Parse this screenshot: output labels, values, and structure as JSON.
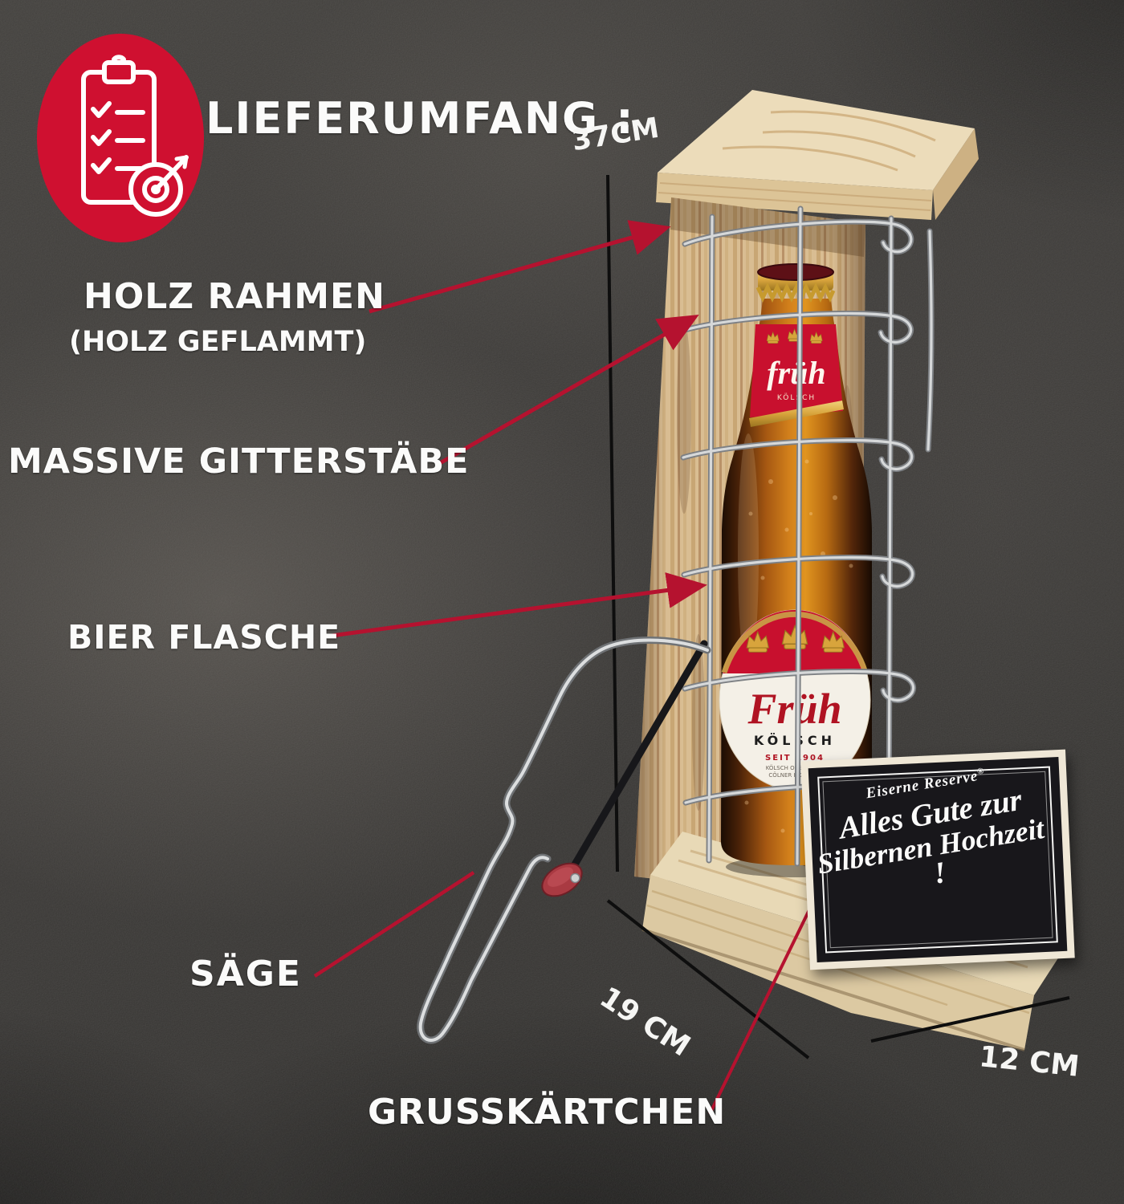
{
  "header": {
    "title": "LIEFERUMFANG :",
    "icon": "clipboard-checklist-target-icon"
  },
  "annotations": {
    "holz_rahmen_line1": "HOLZ RAHMEN",
    "holz_rahmen_line2": "(HOLZ GEFLAMMT)",
    "gitterstaebe": "MASSIVE GITTERSTÄBE",
    "bier_flasche": "BIER FLASCHE",
    "saege": "SÄGE",
    "grusskaertchen": "GRUSSKÄRTCHEN"
  },
  "dimensions": {
    "height": "37CM",
    "depth": "19 CM",
    "width": "12 CM"
  },
  "bottle": {
    "neck_brand": "früh",
    "neck_type": "KÖLSCH",
    "label_brand": "Früh",
    "label_type": "KÖLSCH",
    "label_since": "SEIT 1904",
    "fineprint1": "KÖLSCH OBERGÄRIG",
    "fineprint2": "CÖLNER HOFBRÄU"
  },
  "card": {
    "brand": "Eiserne Reserve",
    "trademark": "®",
    "line1": "Alles Gute zur",
    "line2": "Silbernen Hochzeit",
    "line3": "!"
  },
  "colors": {
    "accent_red": "#b5122f",
    "badge_red": "#cf1030",
    "background": "#34322f",
    "wood_light": "#e9d8b4",
    "wire_metal": "#c9cbcc",
    "card_black": "#18171b",
    "label_red": "#c8102e",
    "gold": "#d8a43c"
  }
}
